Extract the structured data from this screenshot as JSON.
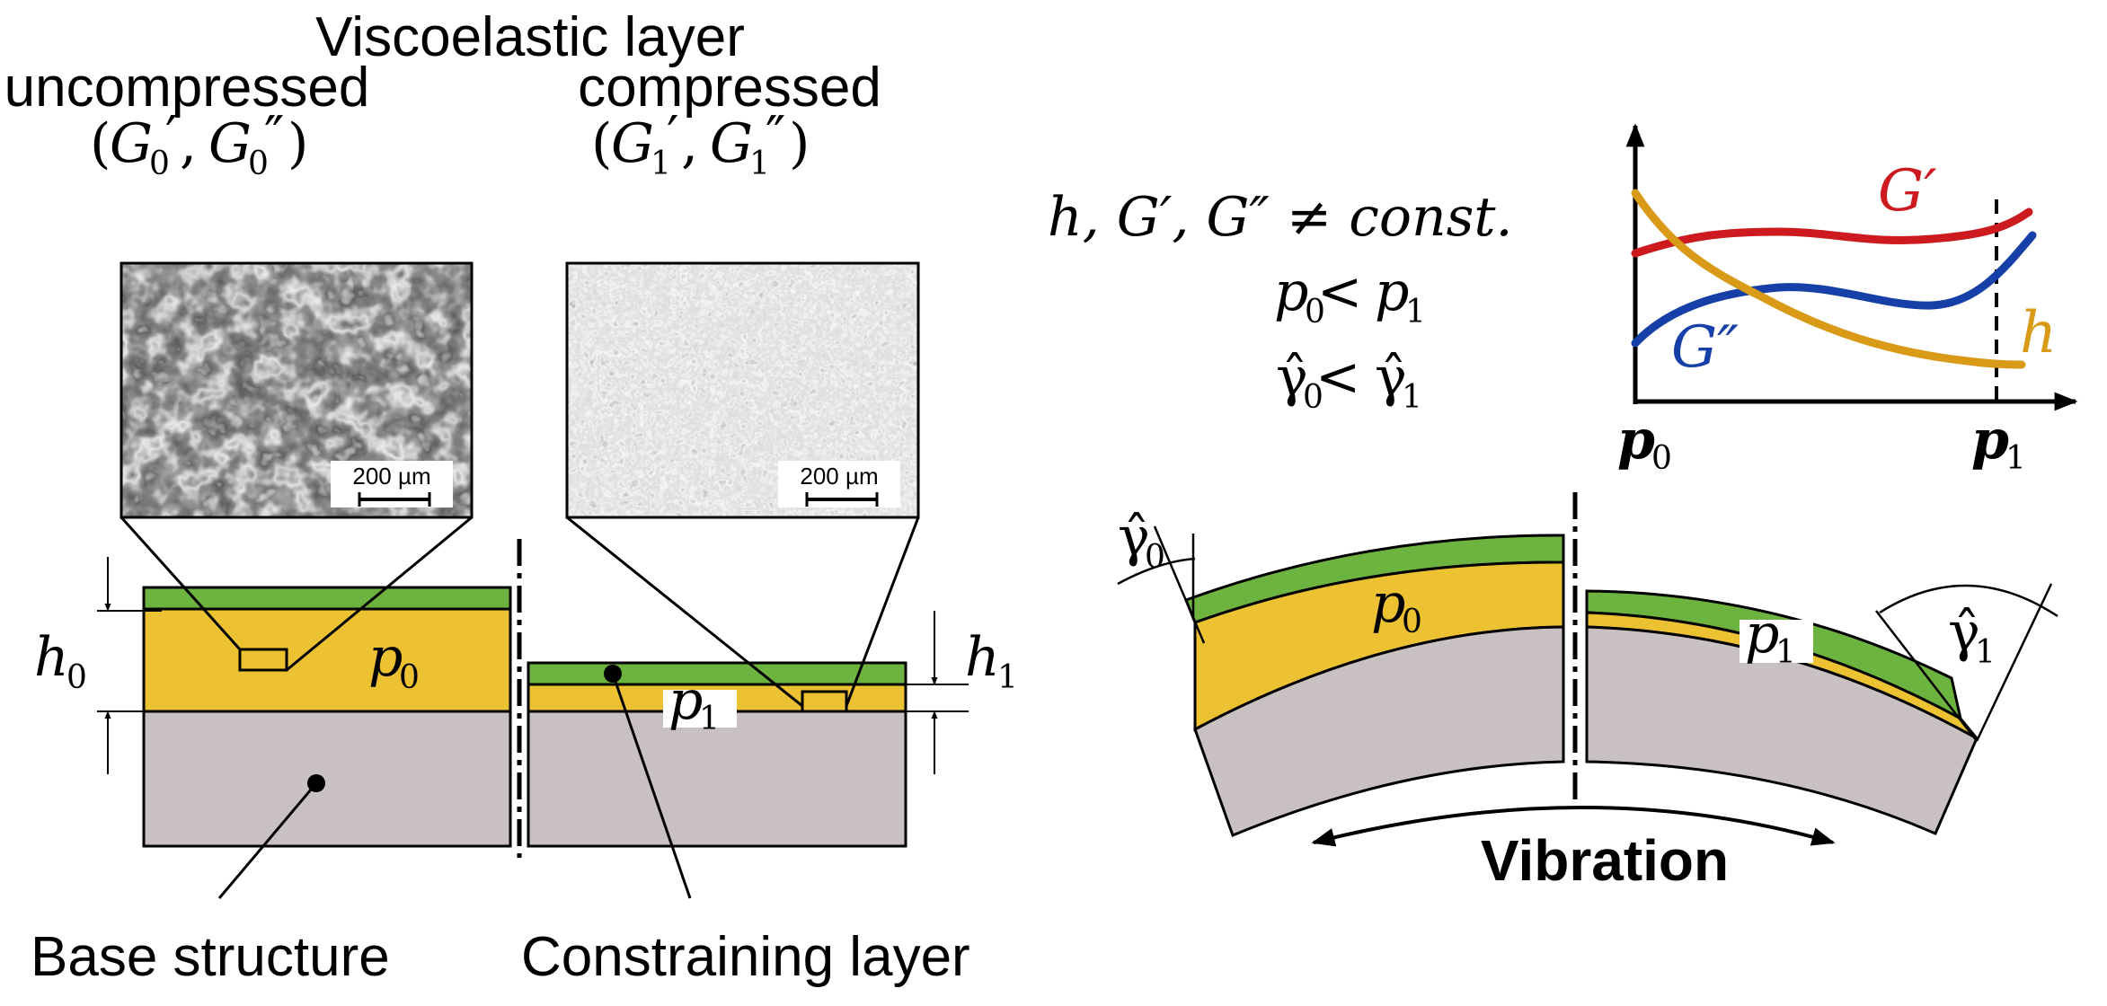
{
  "colors": {
    "constraining_layer": "#6db33f",
    "viscoelastic_layer": "#ecc132",
    "base_structure": "#c9c1c1",
    "curve_Gp": "#cc1a1f",
    "curve_Gpp": "#1640a8",
    "curve_h": "#d99a18",
    "outline": "#000000"
  },
  "header": {
    "title": "Viscoelastic layer",
    "uncompressed": "uncompressed",
    "compressed": "compressed",
    "params0_open": "(",
    "params0_G": "G",
    "params0_sub": "0",
    "params0_prime": "′",
    "params0_sep": ", ",
    "params0_dprime": "″",
    "params0_close": ")",
    "params1_sub": "1"
  },
  "micrographs": {
    "left_scale": "200 µm",
    "right_scale": "200 µm"
  },
  "left_diagram": {
    "h_label": "h",
    "h_sub": "0",
    "p_label": "p",
    "p_sub": "0",
    "base_structure_label": "Base structure"
  },
  "right_diagram": {
    "h_label": "h",
    "h_sub": "1",
    "p_label": "p",
    "p_sub": "1",
    "constraining_layer_label": "Constraining layer"
  },
  "relations": {
    "line1": "h, G′, G″ ≠ const.",
    "line2_p": "p",
    "line2_sub0": "0",
    "line2_op": " < ",
    "line2_sub1": "1",
    "line3_gamma": "γ̂",
    "line3_sub0": "0",
    "line3_op": " < ",
    "line3_sub1": "1"
  },
  "graph": {
    "series_Gp": "G′",
    "series_Gpp": "G″",
    "series_h": "h",
    "x_p": "p",
    "x_sub0": "0",
    "x_sub1": "1"
  },
  "bent_beam": {
    "gamma": "γ̂",
    "gamma_sub0": "0",
    "gamma_sub1": "1",
    "p": "p",
    "p_sub0": "0",
    "p_sub1": "1",
    "vibration": "Vibration"
  }
}
